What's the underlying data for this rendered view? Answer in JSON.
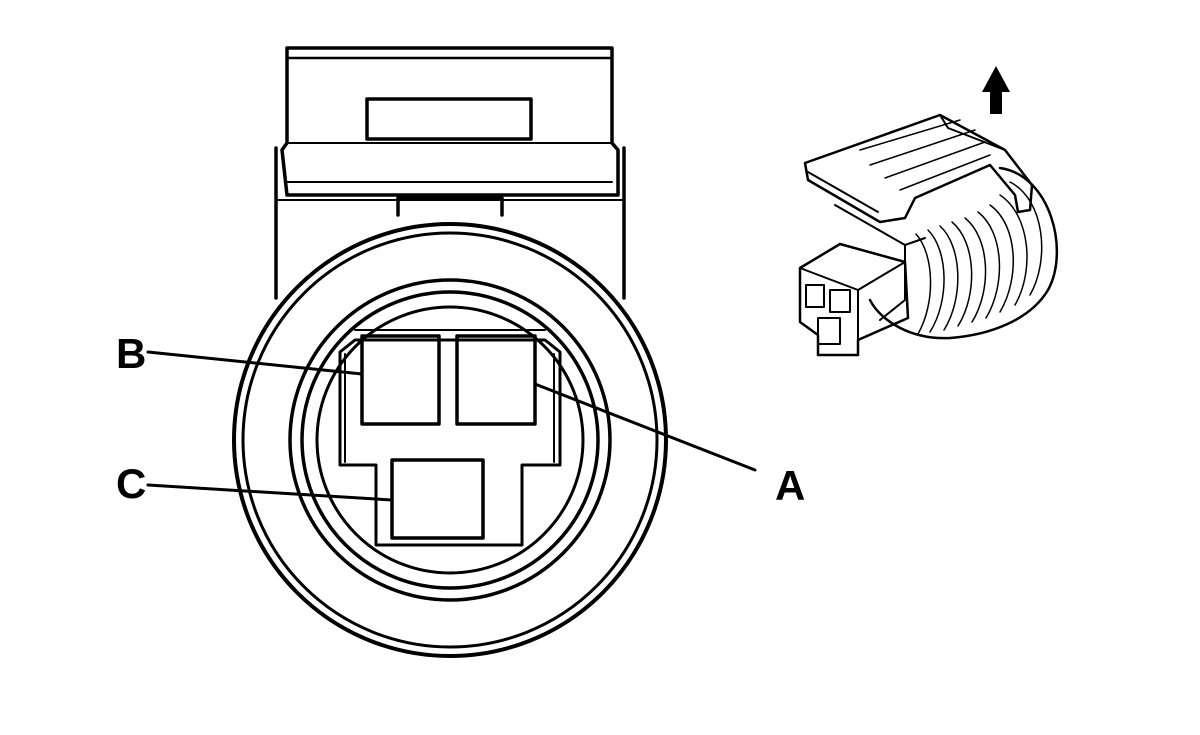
{
  "diagram": {
    "colors": {
      "stroke": "#000000",
      "fill": "#ffffff",
      "arrow": "#000000"
    },
    "labels": {
      "a": "A",
      "b": "B",
      "c": "C"
    },
    "icons": [
      "up-arrow-icon"
    ]
  }
}
